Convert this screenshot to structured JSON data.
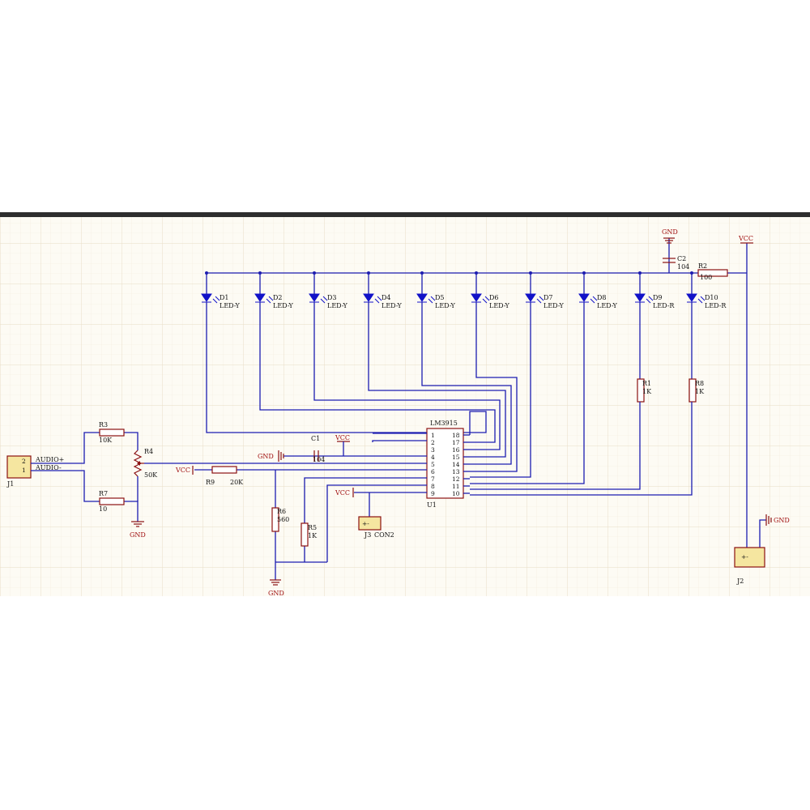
{
  "ic": {
    "title": "LM3915",
    "ref": "U1",
    "left_pins": [
      "1",
      "2",
      "3",
      "4",
      "5",
      "6",
      "7",
      "8",
      "9"
    ],
    "right_pins": [
      "18",
      "17",
      "16",
      "15",
      "14",
      "13",
      "12",
      "11",
      "10"
    ]
  },
  "leds": [
    {
      "ref": "D1",
      "value": "LED-Y"
    },
    {
      "ref": "D2",
      "value": "LED-Y"
    },
    {
      "ref": "D3",
      "value": "LED-Y"
    },
    {
      "ref": "D4",
      "value": "LED-Y"
    },
    {
      "ref": "D5",
      "value": "LED-Y"
    },
    {
      "ref": "D6",
      "value": "LED-Y"
    },
    {
      "ref": "D7",
      "value": "LED-Y"
    },
    {
      "ref": "D8",
      "value": "LED-Y"
    },
    {
      "ref": "D9",
      "value": "LED-R"
    },
    {
      "ref": "D10",
      "value": "LED-R"
    }
  ],
  "resistors": {
    "r1": {
      "ref": "R1",
      "value": "1K"
    },
    "r8": {
      "ref": "R8",
      "value": "1K"
    },
    "r2": {
      "ref": "R2",
      "value": "100"
    },
    "r3": {
      "ref": "R3",
      "value": "10K"
    },
    "r7": {
      "ref": "R7",
      "value": "10"
    },
    "r4": {
      "ref": "R4",
      "value": "50K"
    },
    "r9": {
      "ref": "R9",
      "value": "20K"
    },
    "r6": {
      "ref": "R6",
      "value": "560"
    },
    "r5": {
      "ref": "R5",
      "value": "1K"
    }
  },
  "caps": {
    "c1": {
      "ref": "C1",
      "value": "104"
    },
    "c2": {
      "ref": "C2",
      "value": "104"
    }
  },
  "connectors": {
    "j1": {
      "ref": "J1",
      "pin_top": "2",
      "pin_bottom": "1",
      "net_top": "AUDIO+",
      "net_bottom": "AUDIO-"
    },
    "j2": {
      "ref": "J2"
    },
    "j3": {
      "ref": "J3",
      "value": "CON2"
    }
  },
  "power": {
    "vcc": "VCC",
    "gnd": "GND"
  }
}
